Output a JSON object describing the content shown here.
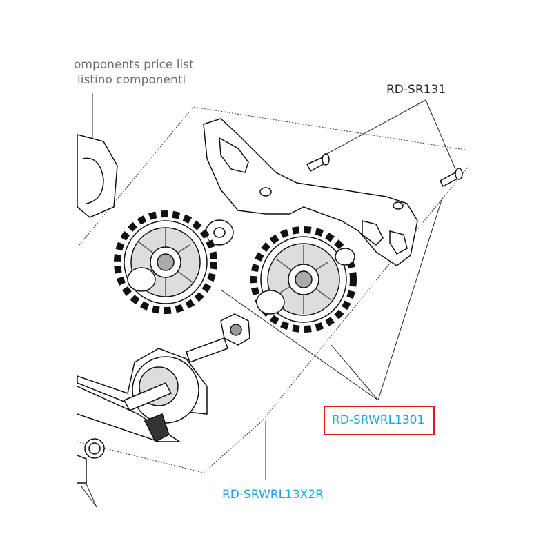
{
  "header": {
    "line1": "omponents price list",
    "line2": "listino componenti"
  },
  "labels": {
    "bolts": "RD-SR131",
    "pulley": "RD-SRWRL1301",
    "kit": "RD-SRWRL13X2R"
  },
  "colors": {
    "part_code": "#1ea7dc",
    "highlight": "#e0161e"
  }
}
